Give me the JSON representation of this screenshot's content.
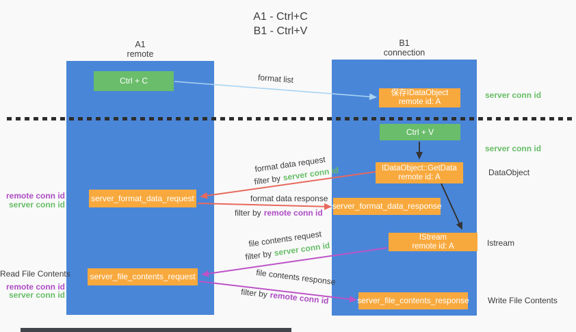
{
  "colors": {
    "background": "#f9f9f9",
    "column_blue": "#4a86d8",
    "box_green": "#6abd6b",
    "box_orange": "#f8a93e",
    "arrow_light_blue": "#a9d3f2",
    "arrow_red": "#e8695d",
    "arrow_magenta": "#bc53c6",
    "text_green": "#67bd67",
    "text_purple": "#ad4cc4",
    "text_dark": "#3d3d3d",
    "dotted_line": "#2d2d2d"
  },
  "title": {
    "line1": "A1 - Ctrl+C",
    "line2": "B1 - Ctrl+V"
  },
  "lanes": {
    "a": {
      "id": "A1",
      "subtitle": "remote"
    },
    "b": {
      "id": "B1",
      "subtitle": "connection"
    }
  },
  "nodes": {
    "ctrl_c": {
      "label": "Ctrl + C"
    },
    "save_dataobject": {
      "line1": "保存IDataObject",
      "line2": "remote id: A"
    },
    "ctrl_v": {
      "label": "Ctrl + V"
    },
    "getdata": {
      "line1": "IDataObject::GetData",
      "line2": "remote id: A"
    },
    "format_request": {
      "label": "server_format_data_request"
    },
    "format_response": {
      "label": "server_format_data_response"
    },
    "istream": {
      "line1": "IStream",
      "line2": "remote id: A"
    },
    "file_request": {
      "label": "server_file_contents_request"
    },
    "file_response": {
      "label": "server_file_contents_response"
    }
  },
  "arrow_labels": {
    "format_list": "format list",
    "format_data_request": "format data request",
    "format_data_response": "format data response",
    "file_contents_request": "file contents request",
    "file_contents_response": "file contents response",
    "filter_by": "filter by",
    "server_conn_id": "server conn id",
    "remote_conn_id": "remote conn id"
  },
  "side_labels": {
    "right_server_conn_id_1": "server conn id",
    "right_server_conn_id_2": "server conn id",
    "dataobject": "DataObject",
    "istream": "Istream",
    "write_file_contents": "Write File Contents",
    "left_remote_conn_id_1": "remote conn id",
    "left_server_conn_id_1": "server conn id",
    "read_file_contents": "Read File Contents",
    "left_remote_conn_id_2": "remote conn id",
    "left_server_conn_id_2": "server conn id"
  }
}
